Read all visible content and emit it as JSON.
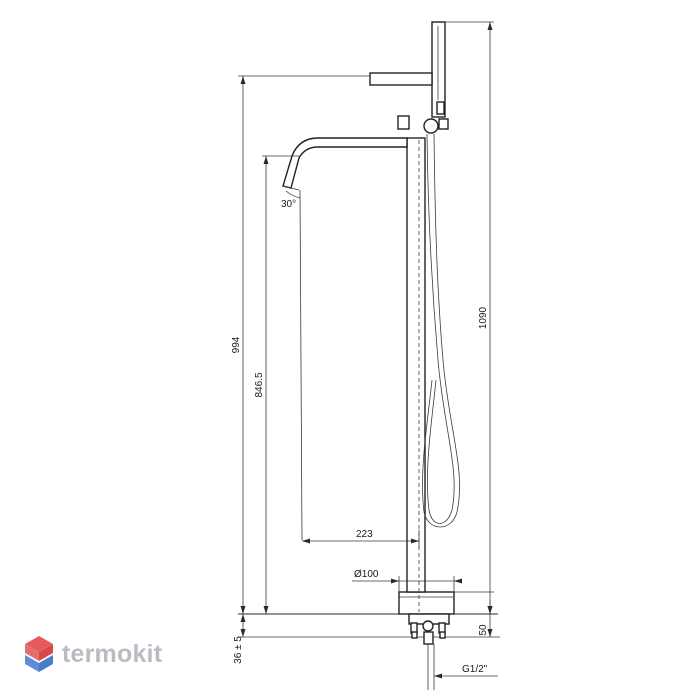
{
  "dimensions": {
    "total_height": "1090",
    "handle_height": "994",
    "spout_height": "846.5",
    "spout_reach": "223",
    "base_diameter": "Ø100",
    "spout_angle": "30°",
    "floor_depth": "50",
    "recess_depth": "36 ± 5",
    "connection": "G1/2\""
  },
  "brand": {
    "name": "termokit",
    "colors": {
      "mark_red": "#e85a5a",
      "mark_blue": "#5b8fd8",
      "text": "#b9bcc3"
    }
  }
}
